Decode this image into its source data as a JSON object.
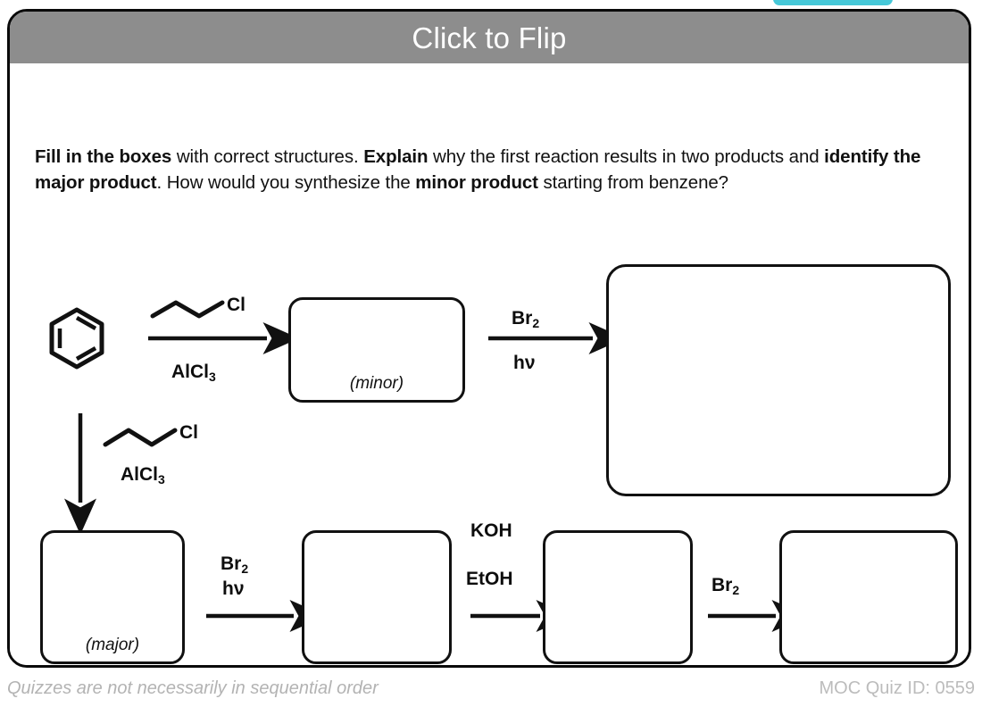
{
  "window": {
    "tab_accent_color": "#46c8d8"
  },
  "card": {
    "header": {
      "title": "Click to Flip",
      "background_color": "#8d8d8d",
      "text_color": "#ffffff"
    },
    "prompt": {
      "segments": [
        {
          "text": "Fill in the boxes",
          "bold": true
        },
        {
          "text": " with correct structures. ",
          "bold": false
        },
        {
          "text": "Explain",
          "bold": true
        },
        {
          "text": " why the first reaction results in two products and ",
          "bold": false
        },
        {
          "text": "identify the major product",
          "bold": true
        },
        {
          "text": ". How would you synthesize the ",
          "bold": false
        },
        {
          "text": "minor product",
          "bold": true
        },
        {
          "text": " starting from benzene?",
          "bold": false
        }
      ],
      "plain_text": "Fill in the boxes with correct structures. Explain why the first reaction results in two products and identify the major product. How would you synthesize the minor product starting from benzene?"
    }
  },
  "scheme": {
    "starting_material": {
      "name": "benzene",
      "icon": "benzene-ring"
    },
    "steps": [
      {
        "id": "step-1",
        "arrow": "right",
        "reagent_structure": "1-chlorobutane",
        "reagent_above_label": "Cl",
        "reagent_below_label": "AlCl3",
        "reagent_below_label_display": "AlCl"
      },
      {
        "id": "step-2",
        "arrow": "down",
        "reagent_structure": "1-chlorobutane",
        "reagent_above_label": "Cl",
        "reagent_below_label": "AlCl3",
        "reagent_below_label_display": "AlCl"
      },
      {
        "id": "step-3",
        "arrow": "right",
        "reagent_above_label": "Br",
        "reagent_above_sub": "2",
        "reagent_below_label": "hν"
      },
      {
        "id": "step-4",
        "arrow": "right",
        "reagent_above_label": "Br",
        "reagent_above_sub": "2",
        "reagent_below_label": "hν"
      },
      {
        "id": "step-5",
        "arrow": "right",
        "reagent_above_label": "KOH",
        "reagent_below_label": "EtOH"
      },
      {
        "id": "step-6",
        "arrow": "right",
        "reagent_above_label": "Br",
        "reagent_above_sub": "2",
        "reagent_below_label": ""
      }
    ],
    "boxes": [
      {
        "id": "box-minor",
        "label": "(minor)"
      },
      {
        "id": "box-top-right",
        "label": ""
      },
      {
        "id": "box-major",
        "label": "(major)"
      },
      {
        "id": "box-bottom-2",
        "label": ""
      },
      {
        "id": "box-bottom-3",
        "label": ""
      },
      {
        "id": "box-bottom-4",
        "label": ""
      }
    ],
    "reagent_labels": {
      "alcl3_base": "AlCl",
      "alcl3_sub": "3",
      "br2_base": "Br",
      "br2_sub": "2",
      "hv": "hν",
      "koh": "KOH",
      "etoh": "EtOH",
      "cl": "Cl"
    }
  },
  "footer": {
    "note": "Quizzes are not necessarily in sequential order",
    "quiz_id": "MOC Quiz ID: 0559"
  }
}
